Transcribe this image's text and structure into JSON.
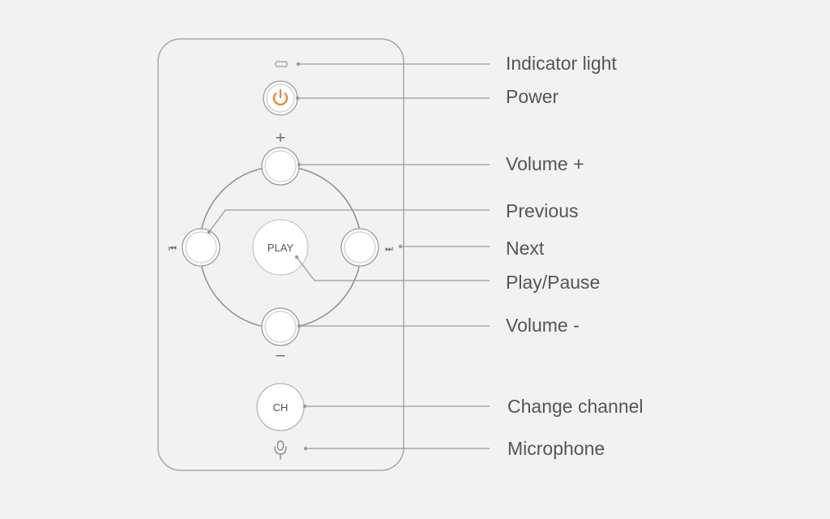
{
  "remote": {
    "play_label": "PLAY",
    "ch_label": "CH",
    "plus_symbol": "+",
    "minus_symbol": "−",
    "prev_symbol": "⏮",
    "next_symbol": "⏭",
    "power_color": "#ee7f2d"
  },
  "labels": {
    "indicator": "Indicator light",
    "power": "Power",
    "volume_up": "Volume +",
    "previous": "Previous",
    "next": "Next",
    "play_pause": "Play/Pause",
    "volume_down": "Volume -",
    "change_channel": "Change channel",
    "microphone": "Microphone"
  }
}
